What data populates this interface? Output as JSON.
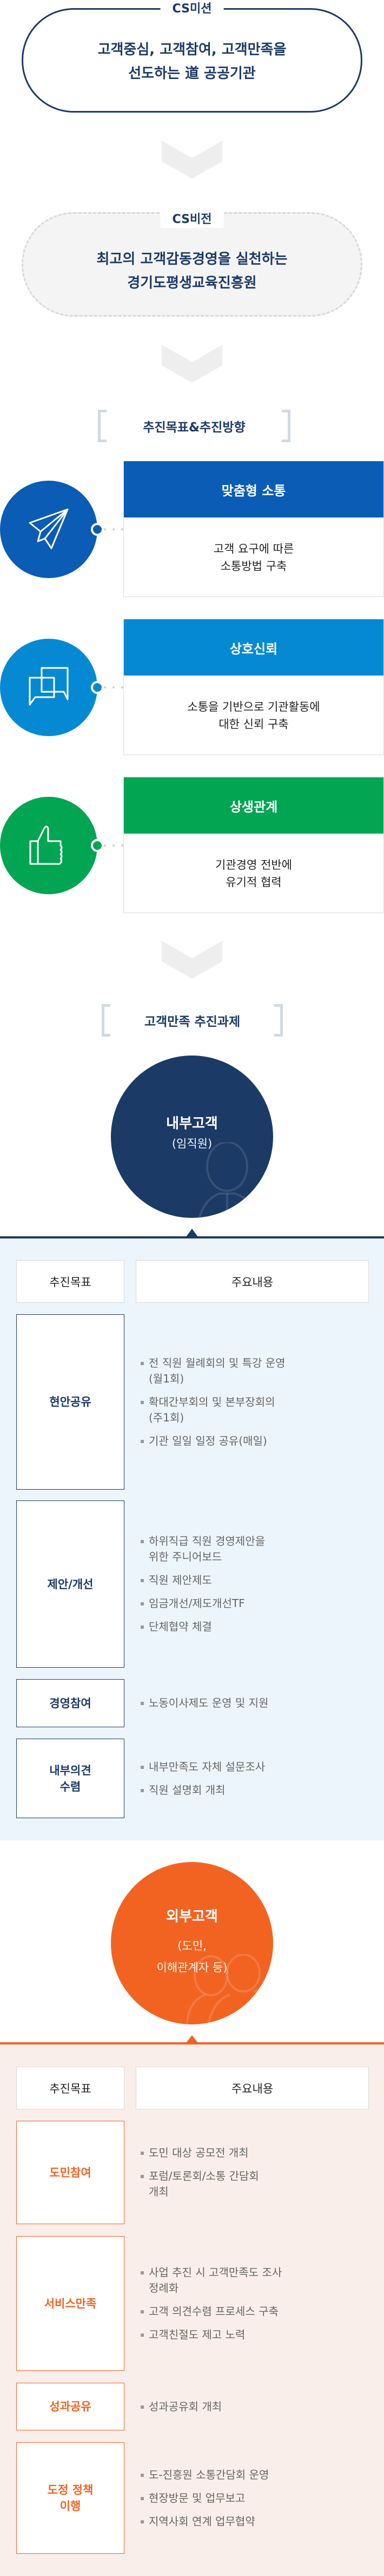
{
  "mission": {
    "label": "CS미션",
    "text": "고객중심, 고객참여, 고객만족을\n선도하는 道 공공기관"
  },
  "vision": {
    "label": "CS비전",
    "text": "최고의 고객감동경영을 실천하는\n경기도평생교육진흥원"
  },
  "goals_section": {
    "heading": "추진목표&추진방향",
    "goals": [
      {
        "title": "맞춤형 소통",
        "desc": "고객 요구에 따른\n소통방법 구축",
        "icon": "paper-plane-icon",
        "color": "#0a5cb5"
      },
      {
        "title": "상호신뢰",
        "desc": "소통을 기반으로 기관활동에\n대한 신뢰 구축",
        "icon": "chat-bubbles-icon",
        "color": "#0689d3"
      },
      {
        "title": "상생관계",
        "desc": "기관경영 전반에\n유기적 협력",
        "icon": "thumbs-up-icon",
        "color": "#01a552"
      }
    ]
  },
  "tasks_section": {
    "heading": "고객만족 추진과제",
    "internal": {
      "title": "내부고객",
      "subtitle": "(임직원)",
      "color": "#1b3a65",
      "panel_bg": "#edf5fc",
      "col_goal": "추진목표",
      "col_content": "주요내용",
      "rows": [
        {
          "goal": "현안공유",
          "items": [
            "전 직원 월례회의 및 특강 운영\n(월1회)",
            "확대간부회의 및 본부장회의\n(주1회)",
            "기관 일일 일정 공유(매일)"
          ]
        },
        {
          "goal": "제안/개선",
          "items": [
            "하위직급 직원 경영제안을\n위한 주니어보드",
            "직원 제안제도",
            "임금개선/제도개선TF",
            "단체협약 체결"
          ]
        },
        {
          "goal": "경영참여",
          "items": [
            "노동이사제도 운영 및 지원"
          ]
        },
        {
          "goal": "내부의견\n수렴",
          "items": [
            "내부만족도 자체 설문조사",
            "직원 설명회 개최"
          ]
        }
      ]
    },
    "external": {
      "title": "외부고객",
      "subtitle": "(도민,\n이해관계자 등)",
      "color": "#f26322",
      "panel_bg": "#f9eeea",
      "col_goal": "추진목표",
      "col_content": "주요내용",
      "rows": [
        {
          "goal": "도민참여",
          "items": [
            "도민 대상 공모전 개최",
            "포럼/토론회/소통 간담회\n개최"
          ]
        },
        {
          "goal": "서비스만족",
          "items": [
            "사업 추진 시 고객만족도 조사\n정례화",
            "고객 의견수렴 프로세스 구축",
            "고객친절도 제고 노력"
          ]
        },
        {
          "goal": "성과공유",
          "items": [
            "성과공유회 개최"
          ]
        },
        {
          "goal": "도정 정책\n이행",
          "items": [
            "도-진흥원 소통간담회 운영",
            "현장방문 및 업무보고",
            "지역사회 연계 업무협약"
          ]
        }
      ]
    }
  }
}
